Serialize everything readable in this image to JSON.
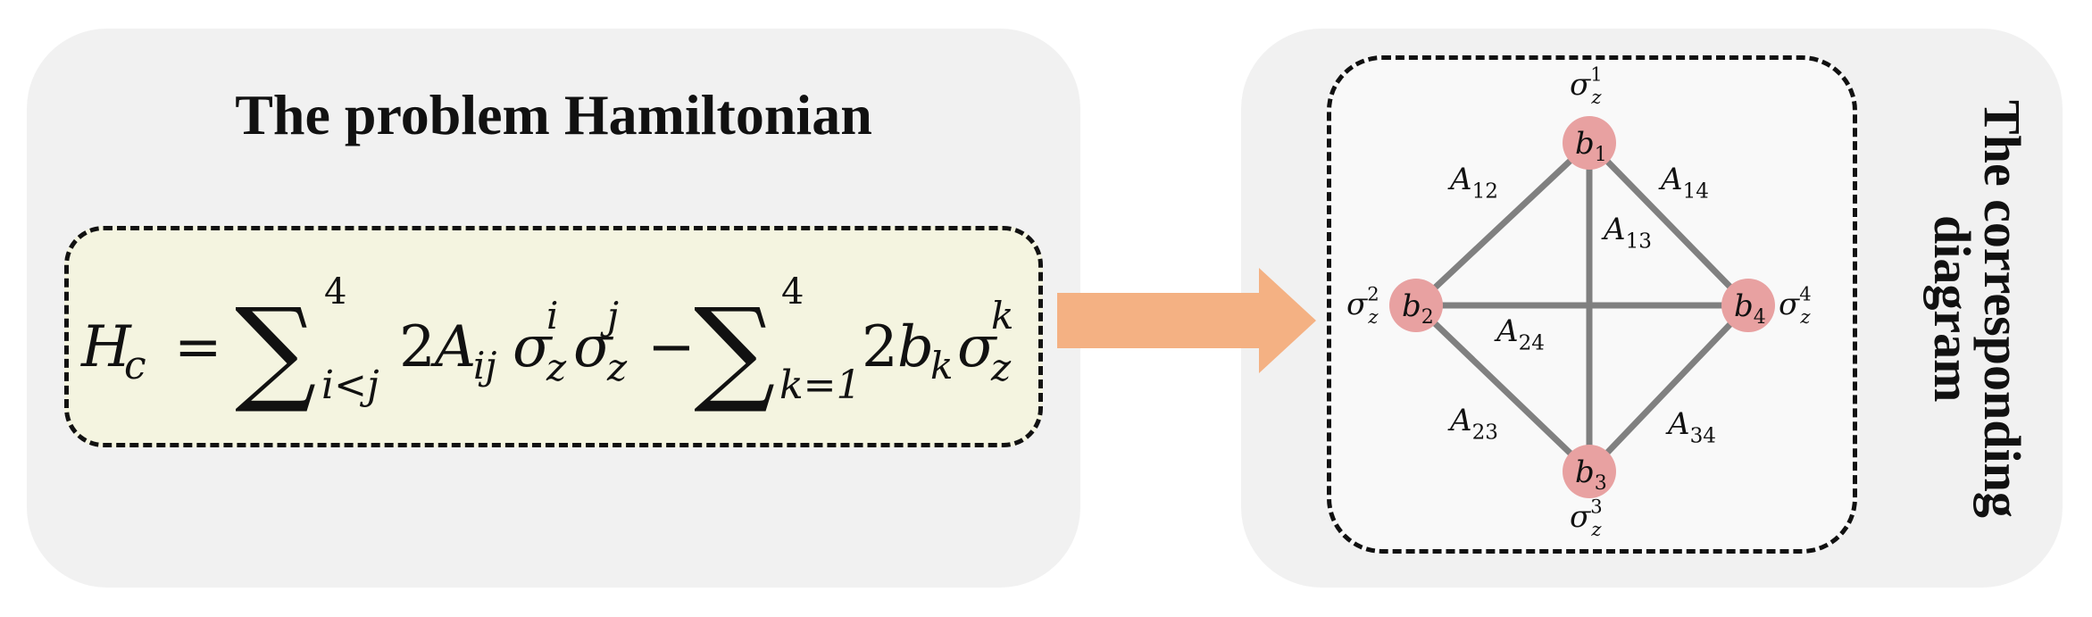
{
  "left_panel": {
    "title": "The problem Hamiltonian",
    "formula": {
      "lhs": "H",
      "lhs_sub": "c",
      "equals": "=",
      "sum1_upper": "4",
      "sum1_lower": "i<j",
      "term1_coef": "2",
      "term1_A": "A",
      "term1_A_sub": "ij",
      "sigma": "σ",
      "sigma_sub": "z",
      "term1_sup_i": "i",
      "term1_sup_j": "j",
      "minus": "−",
      "sum2_upper": "4",
      "sum2_lower": "k=1",
      "term2_coef": "2",
      "term2_b": "b",
      "term2_b_sub": "k",
      "term2_sup": "k"
    }
  },
  "right_panel": {
    "title": "The corresponding diagram",
    "nodes": [
      {
        "id": "1",
        "label": "b",
        "sub": "1",
        "spin_sup": "1",
        "spin_symbol": "σ",
        "spin_sub": "z"
      },
      {
        "id": "2",
        "label": "b",
        "sub": "2",
        "spin_sup": "2",
        "spin_symbol": "σ",
        "spin_sub": "z"
      },
      {
        "id": "3",
        "label": "b",
        "sub": "3",
        "spin_sup": "3",
        "spin_symbol": "σ",
        "spin_sub": "z"
      },
      {
        "id": "4",
        "label": "b",
        "sub": "4",
        "spin_sup": "4",
        "spin_symbol": "σ",
        "spin_sub": "z"
      }
    ],
    "edges": [
      {
        "from": "1",
        "to": "2",
        "label": "A",
        "sub": "12"
      },
      {
        "from": "1",
        "to": "3",
        "label": "A",
        "sub": "13"
      },
      {
        "from": "1",
        "to": "4",
        "label": "A",
        "sub": "14"
      },
      {
        "from": "2",
        "to": "4",
        "label": "A",
        "sub": "24"
      },
      {
        "from": "2",
        "to": "3",
        "label": "A",
        "sub": "23"
      },
      {
        "from": "3",
        "to": "4",
        "label": "A",
        "sub": "34"
      }
    ]
  },
  "colors": {
    "panel_bg": "#f1f1f1",
    "formula_bg": "#f4f4e0",
    "arrow": "#f4b183",
    "node_fill": "#e8a1a1",
    "edge": "#808080",
    "ink": "#111111"
  }
}
